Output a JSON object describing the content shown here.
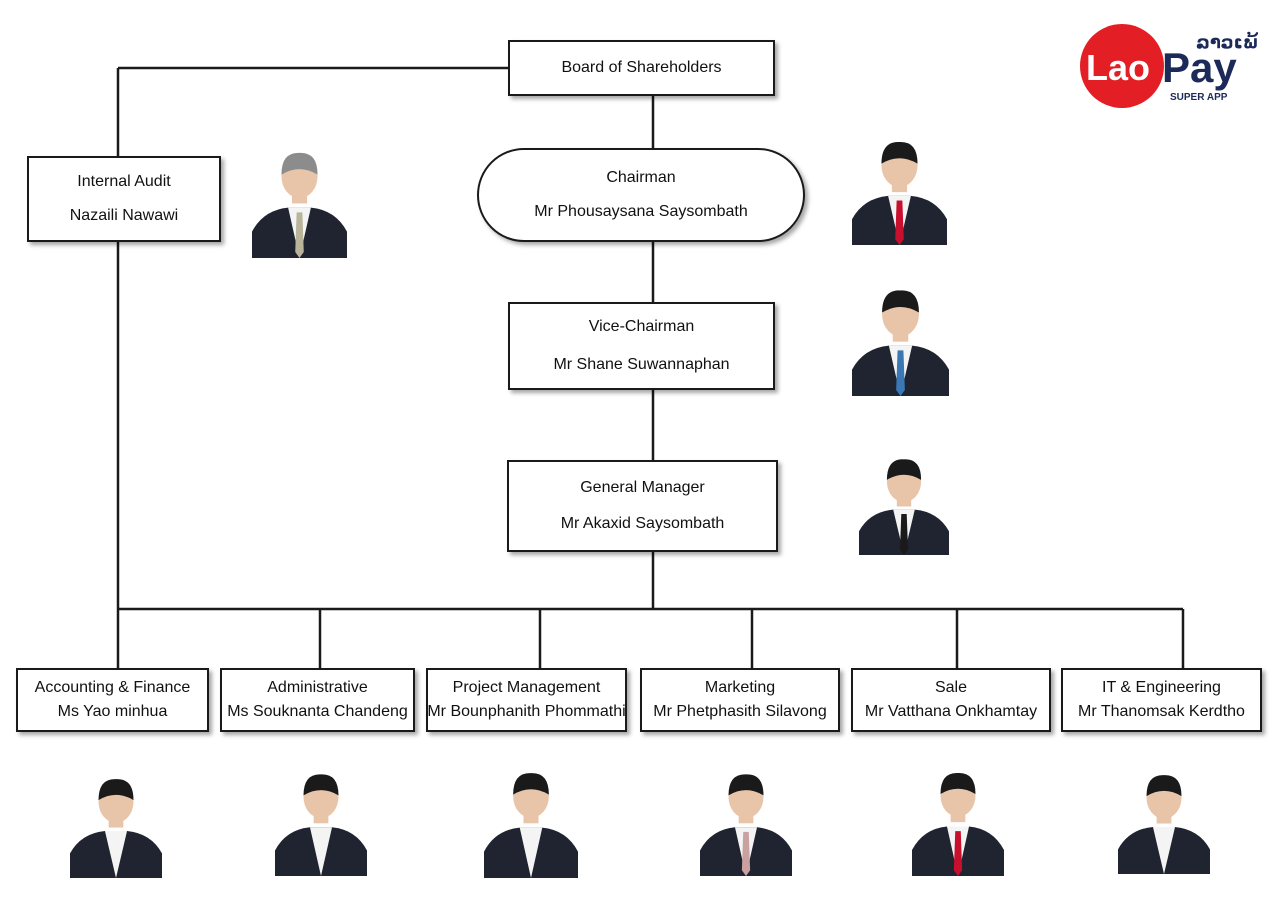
{
  "logo": {
    "brand_lao": "Lao",
    "brand_pay": "Pay",
    "lao_script": "ລາວເພ້",
    "tagline": "SUPER APP",
    "red": "#e31e24",
    "navy": "#1c2a5a"
  },
  "board": {
    "title": "Board of Shareholders"
  },
  "audit": {
    "role": "Internal Audit",
    "name": "Nazaili Nawawi",
    "photo": "person-photo-icon"
  },
  "chairman": {
    "role": "Chairman",
    "name": "Mr Phousaysana Saysombath",
    "photo": "person-photo-icon"
  },
  "vice": {
    "role": "Vice-Chairman",
    "name": "Mr Shane Suwannaphan",
    "photo": "person-photo-icon"
  },
  "gm": {
    "role": "General Manager",
    "name": "Mr Akaxid Saysombath",
    "photo": "person-photo-icon"
  },
  "departments": [
    {
      "role": "Accounting & Finance",
      "name": "Ms Yao minhua",
      "photo": "person-photo-icon"
    },
    {
      "role": "Administrative",
      "name": "Ms Souknanta Chandeng",
      "photo": "person-photo-icon"
    },
    {
      "role": "Project Management",
      "name": "Mr Bounphanith Phommathi",
      "photo": "person-photo-icon"
    },
    {
      "role": "Marketing",
      "name": "Mr Phetphasith Silavong",
      "photo": "person-photo-icon"
    },
    {
      "role": "Sale",
      "name": "Mr Vatthana Onkhamtay",
      "photo": "person-photo-icon"
    },
    {
      "role": "IT & Engineering",
      "name": "Mr Thanomsak Kerdtho",
      "photo": "person-photo-icon"
    }
  ],
  "colors": {
    "line": "#1a1a1a",
    "suit": "#1f2430",
    "skin": "#e8c4a8",
    "hair": "#1a1a1a"
  }
}
